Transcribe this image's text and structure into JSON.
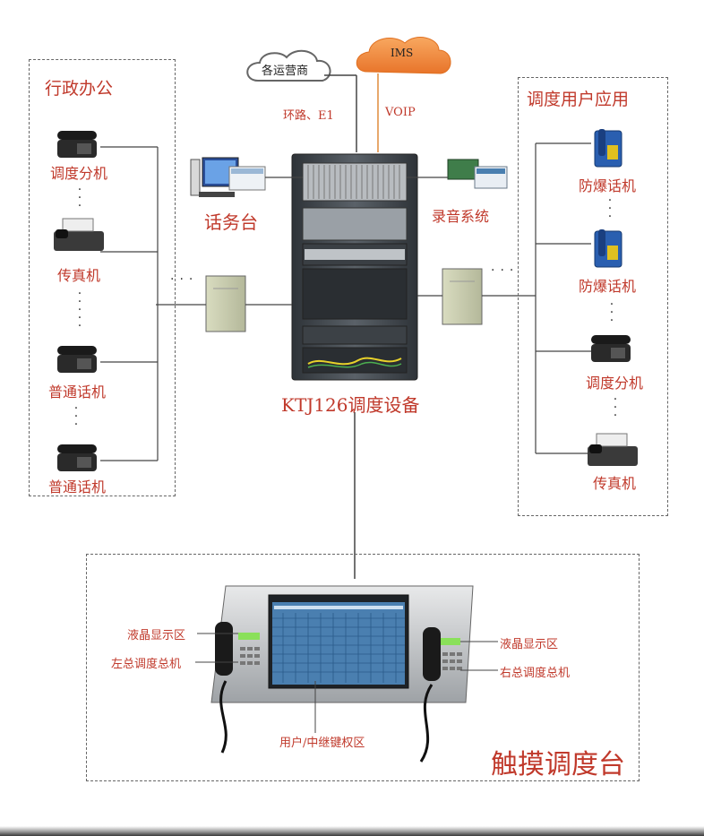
{
  "cloud_carriers": "各运营商",
  "cloud_ims": "IMS",
  "link_left": "环路、E1",
  "link_right": "VOIP",
  "console_station": "话务台",
  "recording_system": "录音系统",
  "core_device": "KTJ126调度设备",
  "admin_group": {
    "title": "行政办公",
    "items": [
      "调度分机",
      "传真机",
      "普通话机",
      "普通话机"
    ]
  },
  "dispatch_group": {
    "title": "调度用户应用",
    "items": [
      "防爆话机",
      "防爆话机",
      "调度分机",
      "传真机"
    ]
  },
  "touch_console": {
    "title": "触摸调度台",
    "callouts": {
      "lcd_left": "液晶显示区",
      "master_left": "左总调度总机",
      "lcd_right": "液晶显示区",
      "master_right": "右总调度总机",
      "keypad": "用户/中继键权区"
    }
  },
  "colors": {
    "label_red": "#c0392b",
    "ims_cloud": "#f08a3c",
    "cabinet": "#4a5056",
    "screen_blue": "#4a7fb0"
  }
}
